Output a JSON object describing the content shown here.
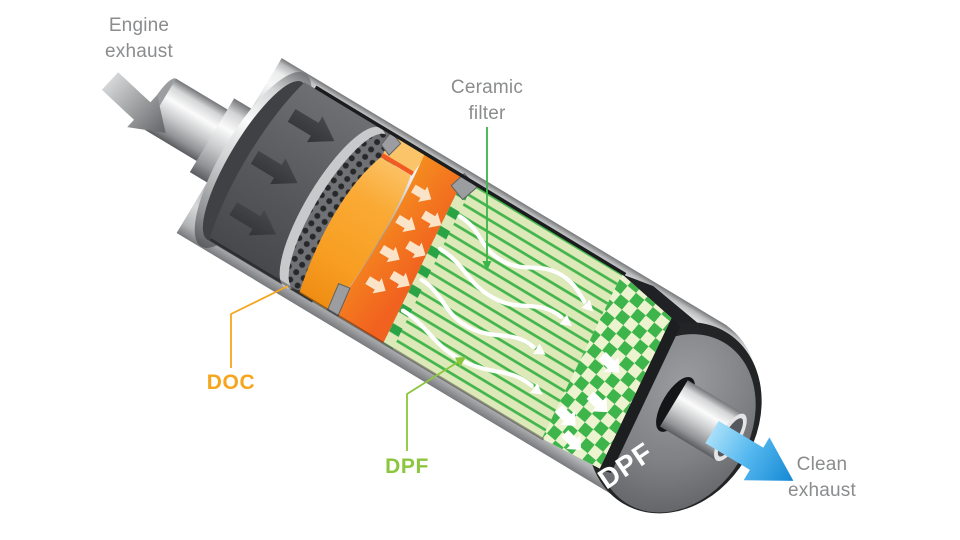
{
  "diagram": {
    "subject": "Diesel particulate filter cutaway illustration",
    "labels": {
      "engine_exhaust": "Engine\nexhaust",
      "ceramic_filter": "Ceramic\nfilter",
      "doc": "DOC",
      "dpf": "DPF",
      "dpf_end_cap": "DPF",
      "clean_exhaust": "Clean\nexhaust"
    },
    "icons": {
      "engine_exhaust_arrow": "thick-gray-arrow-down-right",
      "inlet_flow_arrows": "three-dark-gray-arrows-along-axis",
      "doc_flow_arrows": "small-white-arrows-on-orange-catalyst-face",
      "filter_flow_lines": "white-wavy-flow-lines-through-channels",
      "filter_face_arrows": "white-arrows-on-checkerboard-outlet-face",
      "clean_exhaust_arrow": "thick-blue-arrow-down-right"
    },
    "colors": {
      "label_gray": "#8a8c8e",
      "doc_label_orange": "#F7A51D",
      "dpf_label_green": "#8CC63E",
      "ceramic_leader_green": "#3BB54A",
      "filter_stripe_green": "#41B54B",
      "filter_light_green": "#DDE9B8",
      "checker_green": "#3DB54A",
      "doc_body_orange": "#FAA832",
      "doc_face_orange": "#F26F21",
      "clean_exhaust_blue": "#2D9FE0",
      "shell_silver": "#c6c8ca",
      "end_cap_gray": "#7e8083"
    }
  }
}
